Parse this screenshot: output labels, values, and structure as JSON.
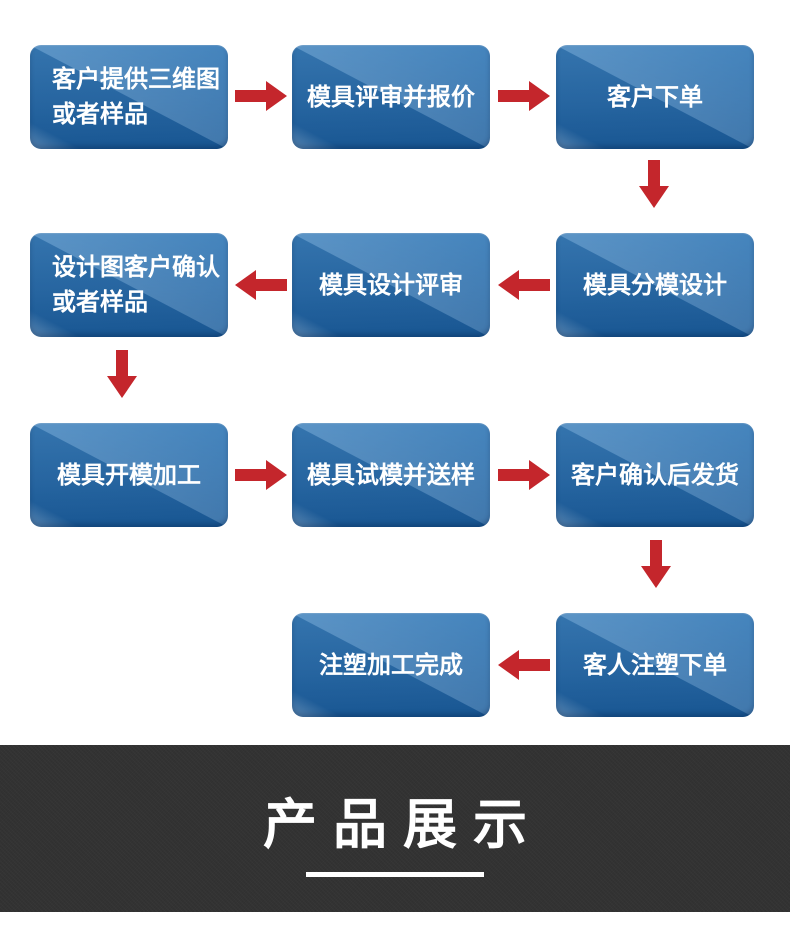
{
  "colors": {
    "page_bg": "#ffffff",
    "box_blue_light": "#3b7fbb",
    "box_blue": "#2a6dab",
    "box_blue_dark": "#1a5c9b",
    "box_text": "#ffffff",
    "arrow_red": "#c4262c",
    "banner_bg": "#333333",
    "banner_text": "#ffffff"
  },
  "flowchart": {
    "boxes": [
      {
        "lines": [
          "客户提供三维图",
          "或者样品"
        ]
      },
      {
        "lines": [
          "模具评审并报价"
        ]
      },
      {
        "lines": [
          "客户下单"
        ]
      },
      {
        "lines": [
          "设计图客户确认",
          "或者样品"
        ]
      },
      {
        "lines": [
          "模具设计评审"
        ]
      },
      {
        "lines": [
          "模具分模设计"
        ]
      },
      {
        "lines": [
          "模具开模加工"
        ]
      },
      {
        "lines": [
          "模具试模并送样"
        ]
      },
      {
        "lines": [
          "客户确认后发货"
        ]
      },
      {
        "lines": [
          "注塑加工完成"
        ]
      },
      {
        "lines": [
          "客人注塑下单"
        ]
      }
    ],
    "icons": {
      "arrow_right": "red right arrow",
      "arrow_left": "red left arrow",
      "arrow_down": "red down arrow"
    }
  },
  "banner": {
    "title": "产品展示"
  }
}
